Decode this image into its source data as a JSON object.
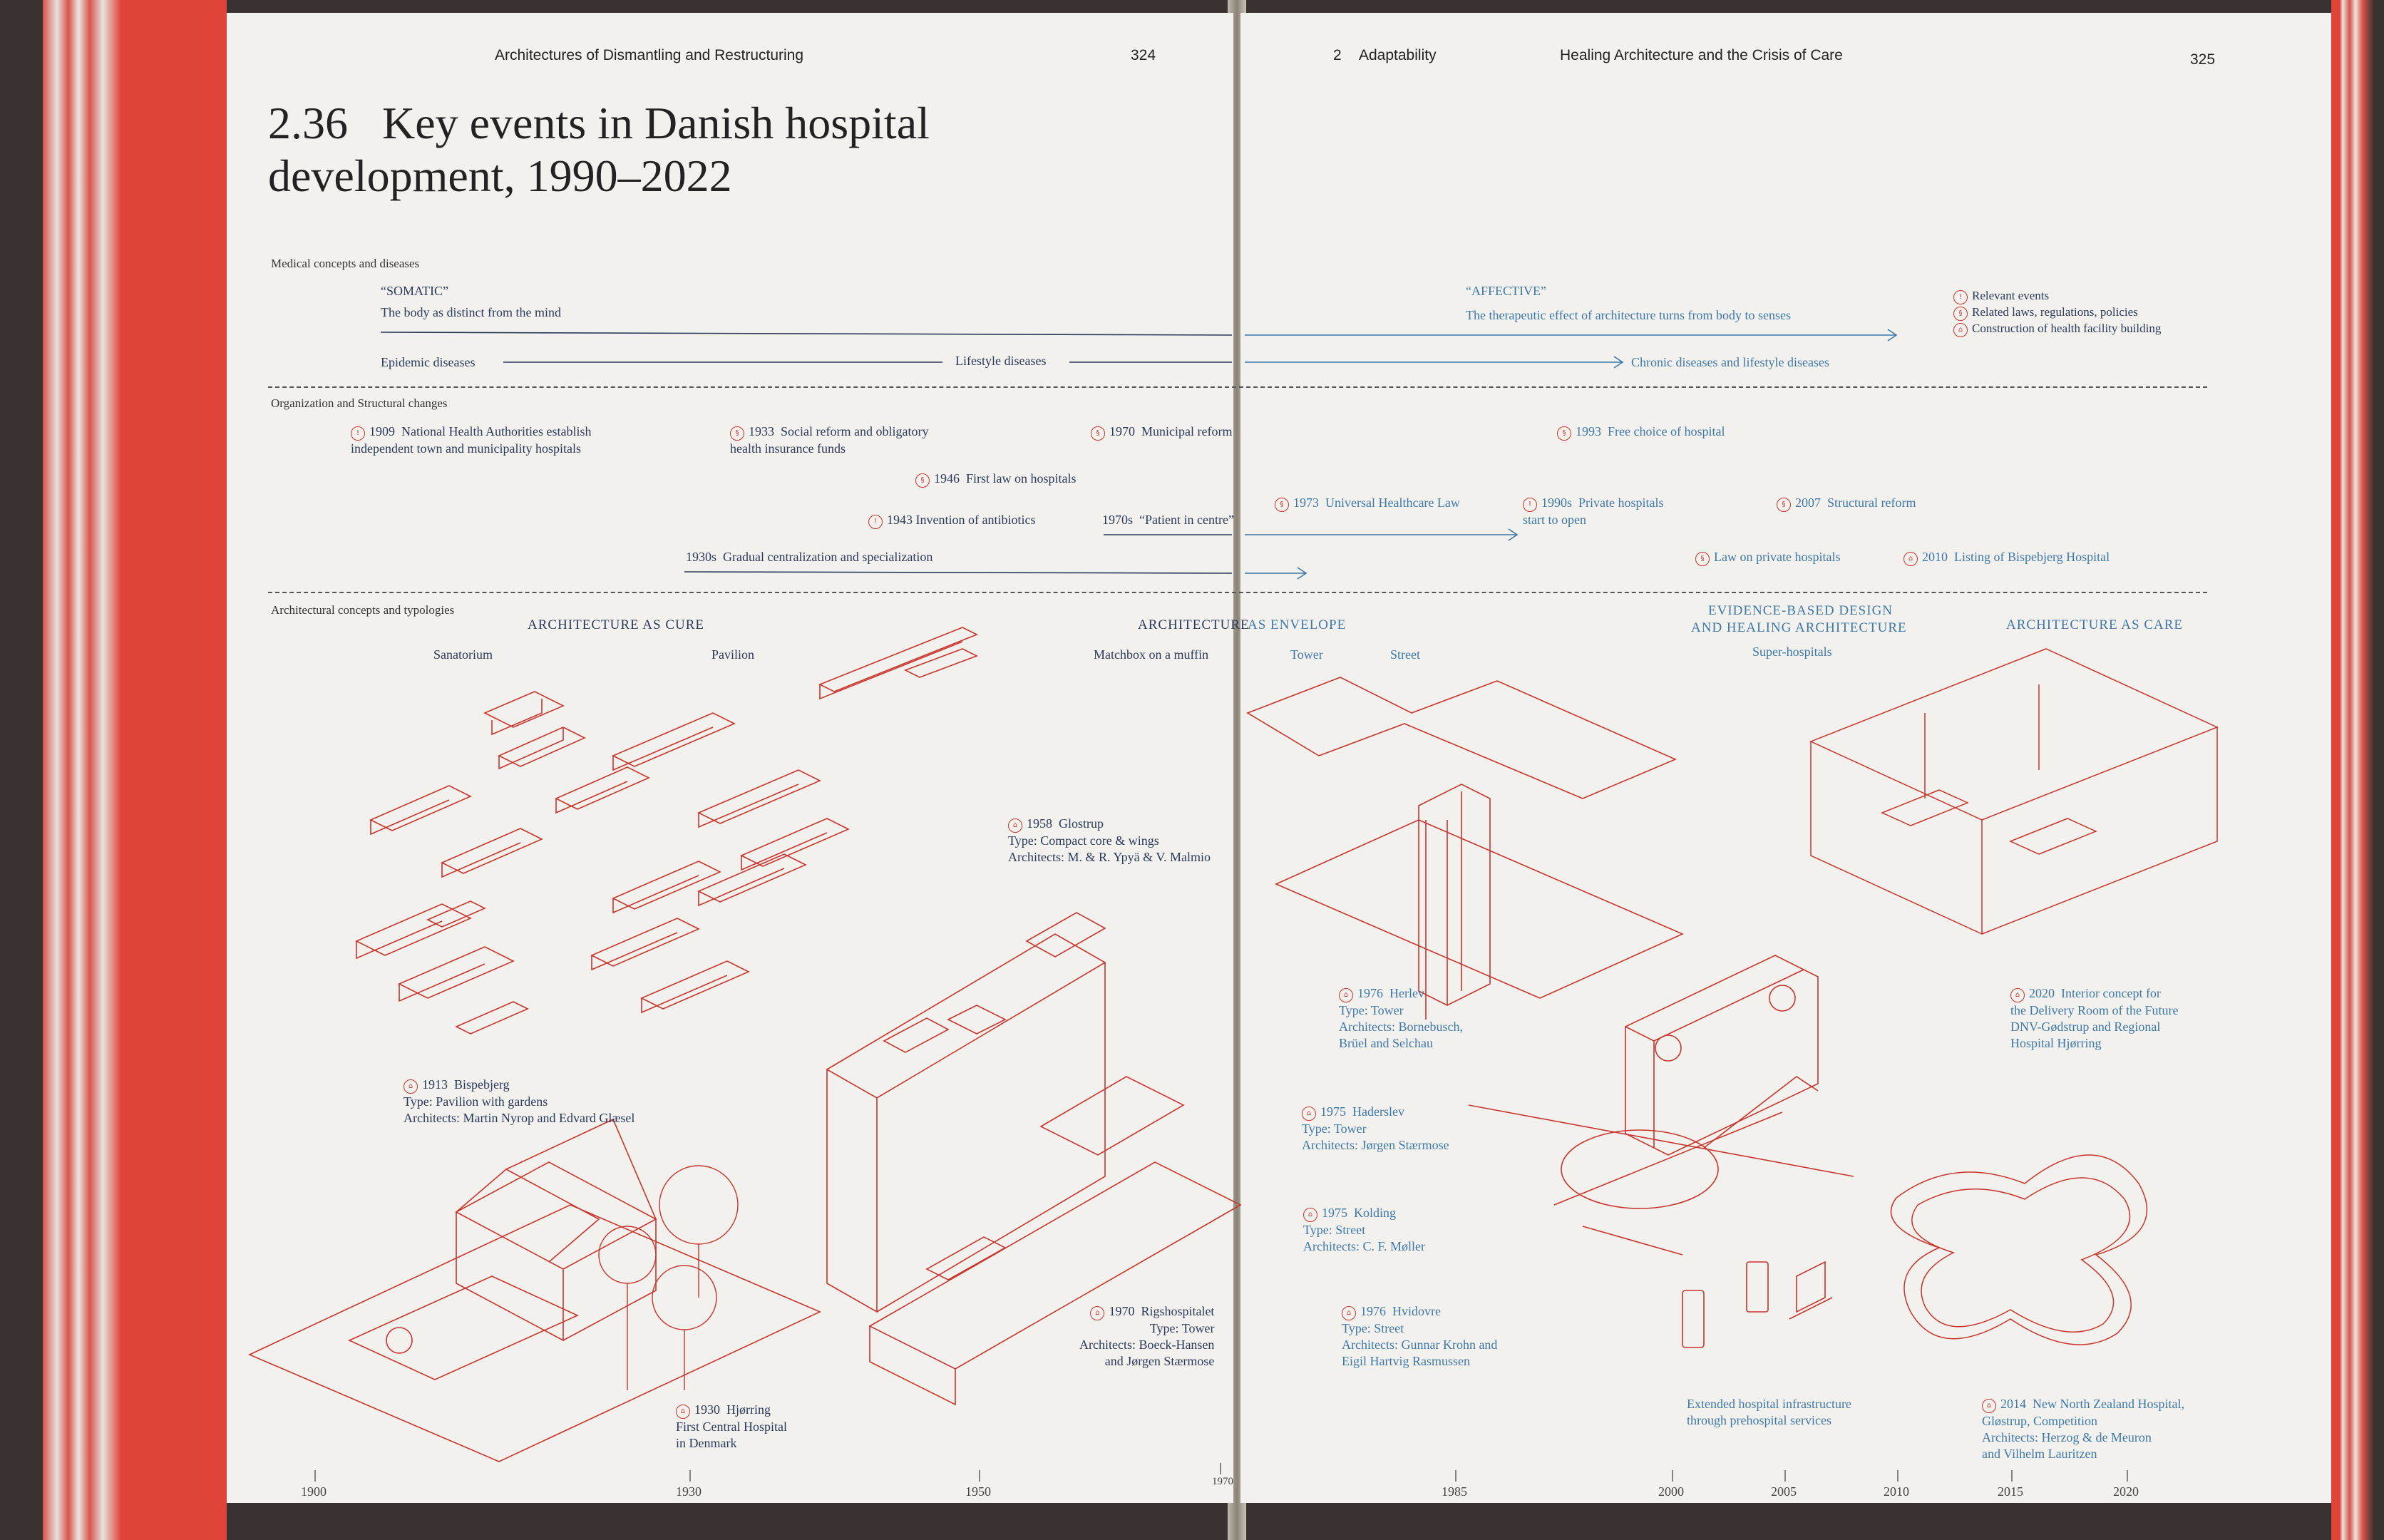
{
  "header": {
    "left_title": "Architectures of Dismantling and Restructuring",
    "left_page": "324",
    "chapter_num": "2",
    "chapter": "Adaptability",
    "right_title": "Healing Architecture and the Crisis of Care",
    "right_page": "325"
  },
  "figure": {
    "number": "2.36",
    "title_line1": "Key events in Danish hospital",
    "title_line2": "development, 1990–2022"
  },
  "legend": {
    "relevant": "Relevant events",
    "laws": "Related laws, regulations, policies",
    "construction": "Construction of health facility building"
  },
  "sections": {
    "medical": "Medical concepts and diseases",
    "organization": "Organization and Structural changes",
    "architectural": "Architectural concepts and typologies"
  },
  "medical": {
    "somatic_title": "“SOMATIC”",
    "somatic_desc": "The body as distinct from the mind",
    "affective_title": "“AFFECTIVE”",
    "affective_desc": "The therapeutic effect of architecture turns from body to senses",
    "epidemic": "Epidemic diseases",
    "lifestyle": "Lifestyle diseases",
    "chronic": "Chronic diseases and lifestyle diseases"
  },
  "org_events": {
    "e1909": "1909  National Health Authorities establish\nindependent town and municipality hospitals",
    "e1933": "1933  Social reform and obligatory\nhealth insurance funds",
    "e1970m": "1970  Municipal reform",
    "e1946": "1946  First law on hospitals",
    "e1943": "1943 Invention of antibiotics",
    "e1970s": "1970s  “Patient in centre”",
    "e1930s": "1930s  Gradual centralization and specialization",
    "e1993": "1993  Free choice of hospital",
    "e1973": "1973  Universal Healthcare Law",
    "e1990s": "1990s  Private hospitals\nstart to open",
    "e2007": "2007  Structural reform",
    "elaw": "Law on private hospitals",
    "e2010": "2010  Listing of Bispebjerg Hospital"
  },
  "arch_concepts": {
    "cure": "ARCHITECTURE AS CURE",
    "envelope_left": "ARCHITECTURE",
    "envelope_right": "AS ENVELOPE",
    "ebd1": "EVIDENCE-BASED DESIGN",
    "ebd2": "AND HEALING ARCHITECTURE",
    "care": "ARCHITECTURE AS CARE",
    "sanatorium": "Sanatorium",
    "pavilion": "Pavilion",
    "matchbox": "Matchbox on a muffin",
    "tower": "Tower",
    "street": "Street",
    "super": "Super-hospitals"
  },
  "buildings": {
    "b1913": "1913  Bispebjerg\nType: Pavilion with gardens\nArchitects: Martin Nyrop and Edvard Glæsel",
    "b1930": "1930  Hjørring\nFirst Central Hospital\nin Denmark",
    "b1958": "1958  Glostrup\nType: Compact core & wings\nArchitects: M. & R. Ypyä & V. Malmio",
    "b1970": "1970  Rigshospitalet\nType: Tower\nArchitects: Boeck-Hansen\nand Jørgen Stærmose",
    "b1976h": "1976  Herlev\nType: Tower\nArchitects: Bornebusch,\nBrüel and Selchau",
    "b1975h": "1975  Haderslev\nType: Tower\nArchitects: Jørgen Stærmose",
    "b1975k": "1975  Kolding\nType: Street\nArchitects: C. F. Møller",
    "b1976v": "1976  Hvidovre\nType: Street\nArchitects: Gunnar Krohn and\nEigil Hartvig Rasmussen",
    "b2020": "2020  Interior concept for\nthe Delivery Room of the Future\nDNV-Gødstrup and Regional\nHospital Hjørring",
    "b2014": "2014  New North Zealand Hospital,\nGløstrup, Competition\nArchitects: Herzog & de Meuron\nand Vilhelm Lauritzen",
    "prehospital": "Extended hospital infrastructure\nthrough prehospital services"
  },
  "axis": {
    "y1900": "1900",
    "y1930": "1930",
    "y1950": "1950",
    "y1970": "1970",
    "y1985": "1985",
    "y2000": "2000",
    "y2005": "2005",
    "y2010": "2010",
    "y2015": "2015",
    "y2020": "2020"
  },
  "colors": {
    "red": "#c8352d",
    "blue": "#3d78a8",
    "page": "#f3f1ee",
    "cover": "#e0433a"
  }
}
